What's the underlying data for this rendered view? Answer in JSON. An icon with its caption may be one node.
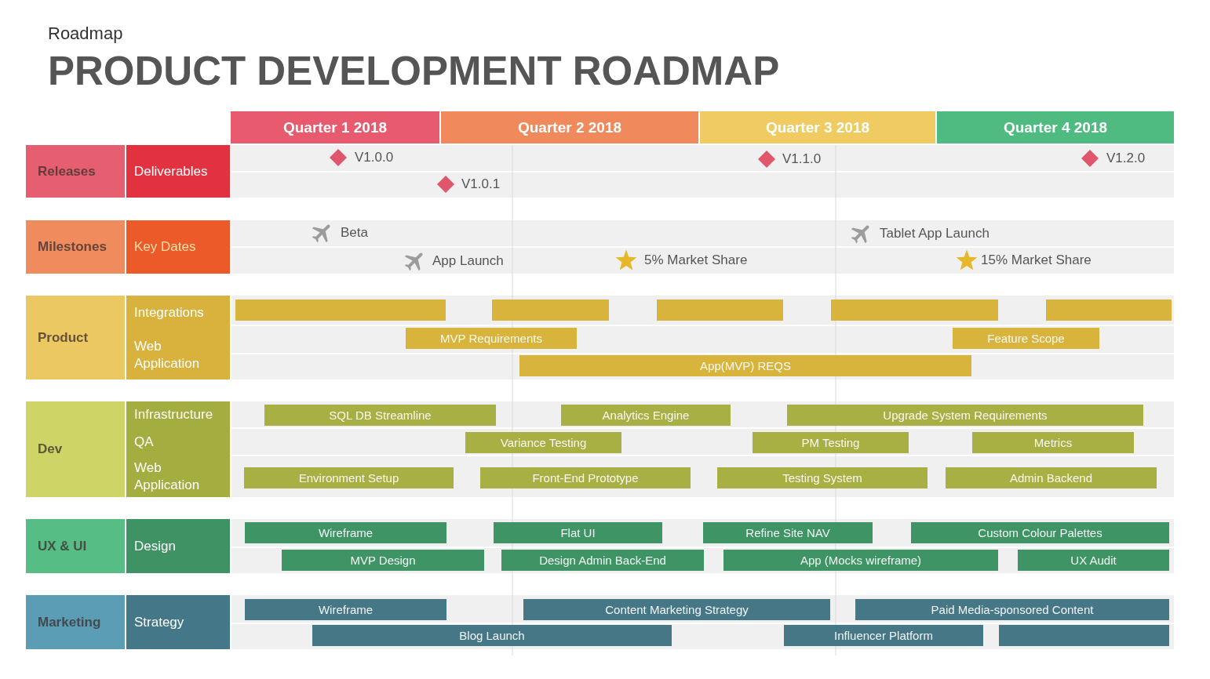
{
  "diagram": {
    "title": "PRODUCT DEVELOPMENT ROADMAP",
    "nodes": [
      {
        "text": [
          "Quarter 1 2018"
        ]
      },
      {
        "text": [
          "Quarter 2 2018"
        ]
      },
      {
        "text": [
          "Quarter 3 2018"
        ]
      },
      {
        "text": [
          "Quarter 4 2018"
        ]
      },
      {
        "text": [
          "Releases"
        ]
      },
      {
        "text": [
          "Deliverables"
        ]
      },
      {
        "text": [
          "Milestones"
        ]
      },
      {
        "text": [
          "Key Dates"
        ]
      },
      {
        "text": [
          "Product"
        ]
      },
      {
        "text": [
          "Integrations"
        ]
      },
      {
        "text": [
          "Web Application"
        ]
      },
      {
        "text": [],
        "shape": "bar"
      },
      {
        "text": [],
        "shape": "bar"
      },
      {
        "text": [],
        "shape": "bar"
      },
      {
        "text": [],
        "shape": "bar"
      },
      {
        "text": [],
        "shape": "bar"
      },
      {
        "text": [
          "MVP Requirements"
        ]
      },
      {
        "text": [
          "Feature Scope"
        ]
      },
      {
        "text": [
          "App(MVP) REQS"
        ]
      },
      {
        "text": [
          "Dev"
        ]
      },
      {
        "text": [
          "Infrastructure"
        ]
      },
      {
        "text": [
          "QA"
        ]
      },
      {
        "text": [
          "Web Application"
        ]
      },
      {
        "text": [
          "SQL DB Streamline"
        ]
      },
      {
        "text": [
          "Analytics Engine"
        ]
      },
      {
        "text": [
          "Upgrade System Requirements"
        ]
      },
      {
        "text": [
          "Variance Testing"
        ]
      },
      {
        "text": [
          "PM Testing"
        ]
      },
      {
        "text": [
          "Metrics"
        ]
      },
      {
        "text": [
          "Environment Setup"
        ]
      },
      {
        "text": [
          "Front-End Prototype"
        ]
      },
      {
        "text": [
          "Testing System"
        ]
      },
      {
        "text": [
          "Admin Backend"
        ]
      },
      {
        "text": [
          "UX & UI"
        ]
      },
      {
        "text": [
          "Design"
        ]
      },
      {
        "text": [
          "Wireframe"
        ]
      },
      {
        "text": [
          "Flat UI"
        ]
      },
      {
        "text": [
          "Refine Site NAV"
        ]
      },
      {
        "text": [
          "Custom Colour Palettes"
        ]
      },
      {
        "text": [
          "MVP Design"
        ]
      },
      {
        "text": [
          "Design Admin Back-End"
        ]
      },
      {
        "text": [
          "App (Mocks wireframe)"
        ]
      },
      {
        "text": [
          "UX Audit"
        ]
      },
      {
        "text": [
          "Marketing"
        ]
      },
      {
        "text": [
          "Strategy"
        ]
      },
      {
        "text": [
          "Wireframe"
        ]
      },
      {
        "text": [
          "Content Marketing Strategy"
        ]
      },
      {
        "text": [
          "Paid Media-sponsored Content"
        ]
      },
      {
        "text": [
          "Blog Launch"
        ]
      },
      {
        "text": [
          "Influencer Platform"
        ]
      },
      {
        "text": [],
        "shape": "bar"
      }
    ],
    "labels": [
      "Roadmap",
      "V1.0.0",
      "V1.1.0",
      "V1.2.0",
      "V1.0.1",
      "Beta",
      "Tablet App Launch",
      "App Launch",
      "5% Market Share",
      "15% Market Share"
    ]
  }
}
